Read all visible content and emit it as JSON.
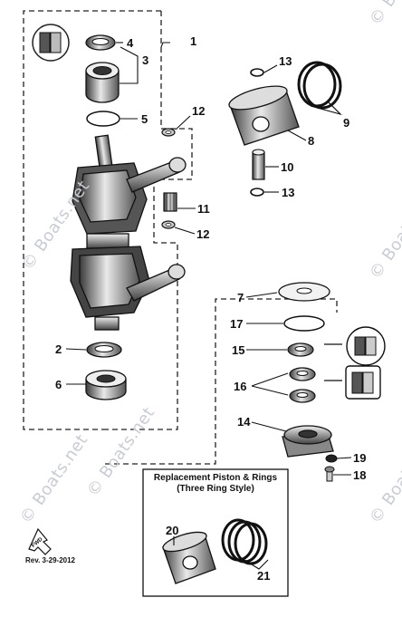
{
  "watermark": "© Boats.net",
  "callouts": [
    {
      "id": "1",
      "text": "1"
    },
    {
      "id": "2",
      "text": "2"
    },
    {
      "id": "3",
      "text": "3"
    },
    {
      "id": "4",
      "text": "4"
    },
    {
      "id": "5",
      "text": "5"
    },
    {
      "id": "6",
      "text": "6"
    },
    {
      "id": "7",
      "text": "7"
    },
    {
      "id": "8",
      "text": "8"
    },
    {
      "id": "9",
      "text": "9"
    },
    {
      "id": "10",
      "text": "10"
    },
    {
      "id": "11",
      "text": "11"
    },
    {
      "id": "12a",
      "text": "12"
    },
    {
      "id": "12b",
      "text": "12"
    },
    {
      "id": "13a",
      "text": "13"
    },
    {
      "id": "13b",
      "text": "13"
    },
    {
      "id": "14",
      "text": "14"
    },
    {
      "id": "15",
      "text": "15"
    },
    {
      "id": "16",
      "text": "16"
    },
    {
      "id": "17",
      "text": "17"
    },
    {
      "id": "18",
      "text": "18"
    },
    {
      "id": "19",
      "text": "19"
    },
    {
      "id": "20",
      "text": "20"
    },
    {
      "id": "21",
      "text": "21"
    }
  ],
  "inset": {
    "title_line1": "Replacement Piston & Rings",
    "title_line2": "(Three Ring Style)"
  },
  "fwd_label": "FWD",
  "revision": "Rev. 3-29-2012"
}
